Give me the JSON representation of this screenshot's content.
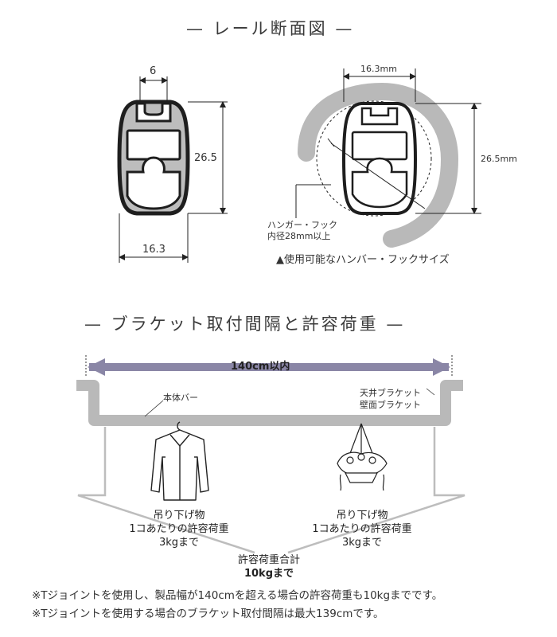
{
  "section1": {
    "title": "— レール断面図 —",
    "left_profile": {
      "dim_top": "6",
      "dim_height": "26.5",
      "dim_bottom": "16.3"
    },
    "right_profile": {
      "dim_top": "16.3mm",
      "dim_height": "26.5mm",
      "hook_label_line1": "ハンガー・フック",
      "hook_label_line2": "内径28mm以上",
      "caption": "▲使用可能なハンバー・フックサイズ"
    }
  },
  "section2": {
    "title": "— ブラケット取付間隔と許容荷重 —",
    "span_label": "140cm以内",
    "bar_label": "本体バー",
    "bracket_label_line1": "天井ブラケット",
    "bracket_label_line2": "壁面ブラケット",
    "left_load": {
      "line1": "吊り下げ物",
      "line2": "1コあたりの許容荷重",
      "line3": "3kgまで"
    },
    "right_load": {
      "line1": "吊り下げ物",
      "line2": "1コあたりの許容荷重",
      "line3": "3kgまで"
    },
    "total_load": {
      "line1": "許容荷重合計",
      "line2": "10kgまで"
    }
  },
  "notes": [
    "※Tジョイントを使用し、製品幅が140cmを超える場合の許容荷重も10kgまでです。",
    "※Tジョイントを使用する場合のブラケット取付間隔は最大139cmです。"
  ],
  "colors": {
    "bar_gray": "#b9b9b9",
    "arrow_purple": "#8a86a6",
    "profile_dark": "#2a2a2a"
  }
}
